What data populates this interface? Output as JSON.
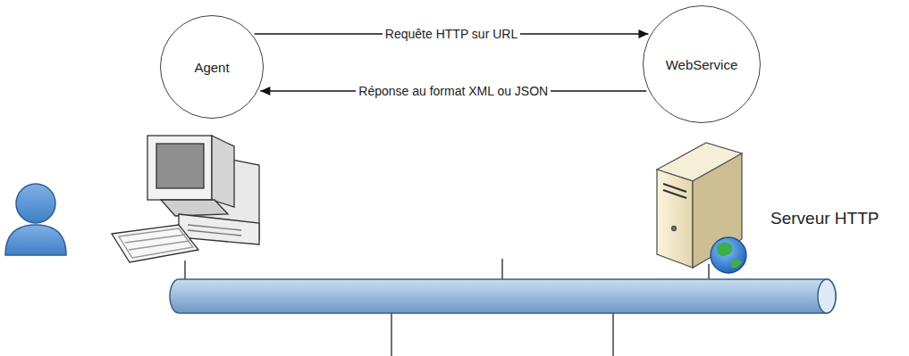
{
  "diagram": {
    "nodes": [
      {
        "text": [
          "Agent"
        ]
      },
      {
        "text": [
          "WebService"
        ]
      }
    ],
    "edges": [
      {
        "from": 0,
        "to": 1,
        "label": "Requête HTTP sur URL",
        "arrow": "to"
      },
      {
        "from": 1,
        "to": 0,
        "label": "Réponse au format XML ou JSON",
        "arrow": "to"
      }
    ],
    "labels": [
      "Serveur HTTP"
    ]
  }
}
